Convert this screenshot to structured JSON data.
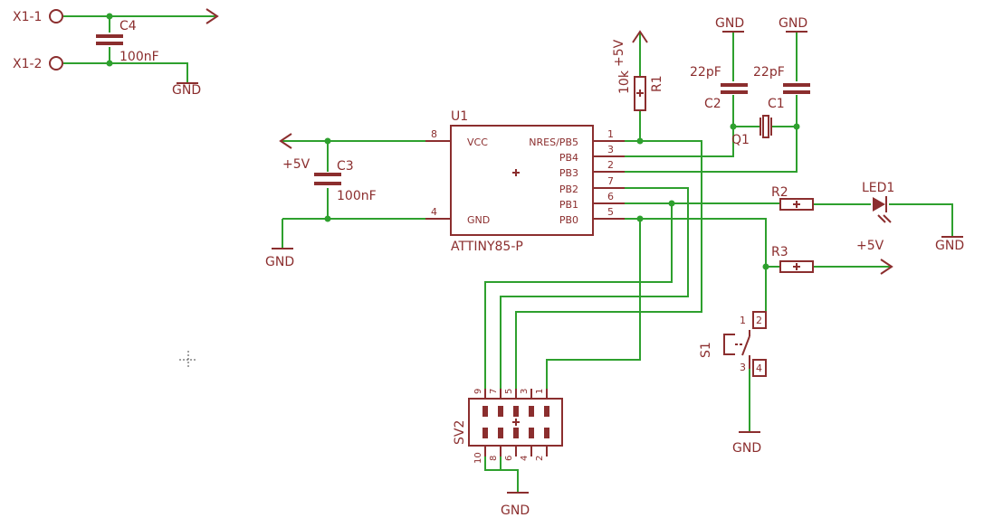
{
  "colors": {
    "wire": "#2ea02e",
    "part": "#8b2e2e",
    "background": "#ffffff"
  },
  "labels": {
    "x1_1": "X1-1",
    "x1_2": "X1-2",
    "c4": "C4",
    "c4_val": "100nF",
    "gnd_c4": "GND",
    "r1": "R1",
    "r1_val": "10k",
    "vcc_r1": "+5V",
    "c2": "C2",
    "c2_val": "22pF",
    "gnd_c2": "GND",
    "c1": "C1",
    "c1_val": "22pF",
    "gnd_c1": "GND",
    "q1": "Q1",
    "u1": "U1",
    "u1_part": "ATTINY85-P",
    "vcc_c3": "+5V",
    "c3": "C3",
    "c3_val": "100nF",
    "gnd_c3": "GND",
    "r2": "R2",
    "led1": "LED1",
    "gnd_led": "GND",
    "r3": "R3",
    "vcc_r3": "+5V",
    "s1": "S1",
    "gnd_s1": "GND",
    "sv2": "SV2",
    "gnd_sv2": "GND"
  },
  "ic": {
    "left_pins": [
      {
        "num": "8",
        "name": "VCC"
      },
      {
        "num": "4",
        "name": "GND"
      }
    ],
    "right_pins": [
      {
        "num": "1",
        "name": "NRES/PB5"
      },
      {
        "num": "3",
        "name": "PB4"
      },
      {
        "num": "2",
        "name": "PB3"
      },
      {
        "num": "7",
        "name": "PB2"
      },
      {
        "num": "6",
        "name": "PB1"
      },
      {
        "num": "5",
        "name": "PB0"
      }
    ]
  },
  "switch_pins": [
    "1",
    "2",
    "3",
    "4"
  ],
  "header": {
    "top_pins": [
      "9",
      "7",
      "5",
      "3",
      "1"
    ],
    "bottom_pins": [
      "10",
      "8",
      "6",
      "4",
      "2"
    ]
  }
}
